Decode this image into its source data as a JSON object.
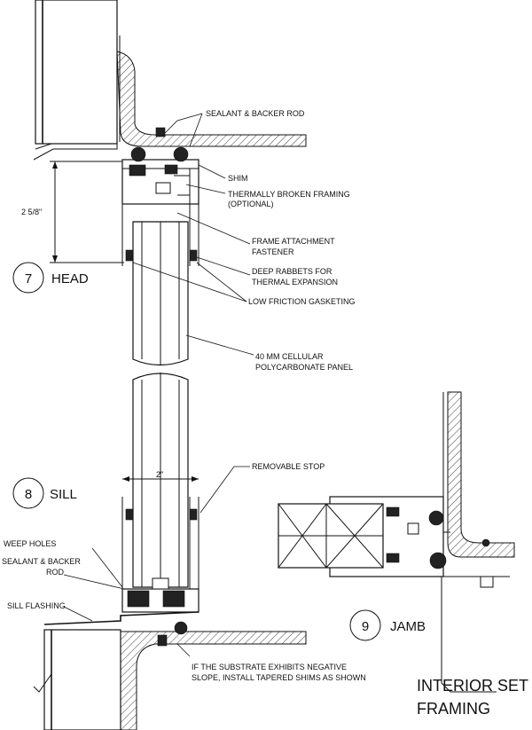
{
  "callouts": {
    "sealant_top": "SEALANT & BACKER ROD",
    "shim": "SHIM",
    "thermal_1": "THERMALLY BROKEN FRAMING",
    "thermal_2": "(OPTIONAL)",
    "frame_att_1": "FRAME ATTACHMENT",
    "frame_att_2": "FASTENER",
    "rabbets_1": "DEEP RABBETS FOR",
    "rabbets_2": "THERMAL EXPANSION",
    "gasketing": "LOW FRICTION GASKETING",
    "panel_1": "40 MM CELLULAR",
    "panel_2": "POLYCARBONATE PANEL",
    "stop": "REMOVABLE STOP",
    "weep": "WEEP HOLES",
    "sealant_bot_1": "SEALANT & BACKER",
    "sealant_bot_2": "ROD",
    "sill_flashing": "SILL FLASHING",
    "shims_1": "IF THE SUBSTRATE EXHIBITS NEGATIVE",
    "shims_2": "SLOPE, INSTALL TAPERED SHIMS AS SHOWN"
  },
  "dimensions": {
    "head_height": "2 5/8\"",
    "sill_width": "2\""
  },
  "details": {
    "head": {
      "number": "7",
      "label": "HEAD"
    },
    "sill": {
      "number": "8",
      "label": "SILL"
    },
    "jamb": {
      "number": "9",
      "label": "JAMB"
    }
  },
  "title": {
    "line1": "INTERIOR SET",
    "line2": "FRAMING"
  }
}
